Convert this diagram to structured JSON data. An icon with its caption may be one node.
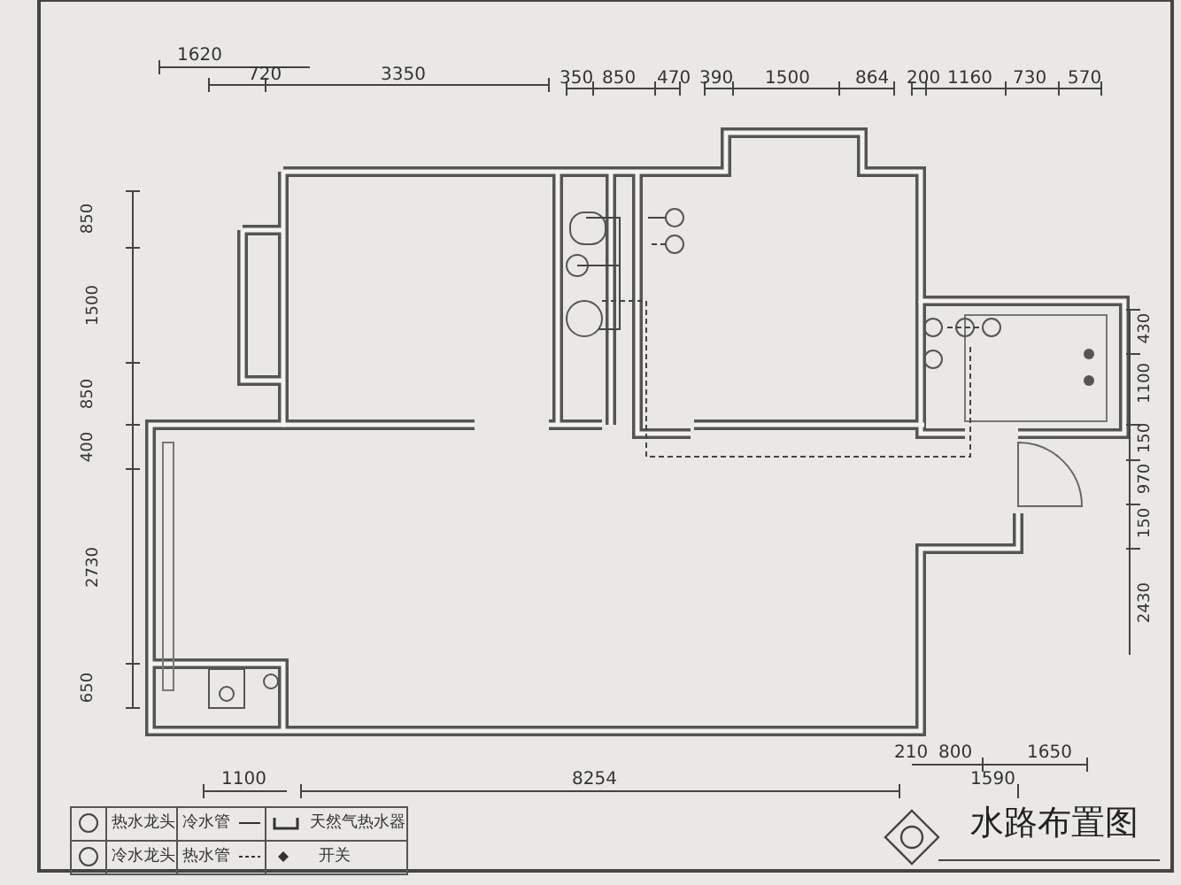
{
  "diagram": {
    "title": "水路布置图",
    "labels": [
      "1620",
      "720",
      "3350",
      "350",
      "850",
      "470",
      "390",
      "1500",
      "864",
      "200",
      "1160",
      "730",
      "570",
      "850",
      "1500",
      "850",
      "400",
      "2730",
      "650",
      "430",
      "1100",
      "150",
      "970",
      "150",
      "2430",
      "210",
      "800",
      "1650",
      "1100",
      "8254",
      "1590"
    ],
    "legend": [
      {
        "text": "热水龙头"
      },
      {
        "text": "冷水管"
      },
      {
        "text": "天然气热水器"
      },
      {
        "text": "冷水龙头"
      },
      {
        "text": "热水管"
      },
      {
        "text": "开关"
      }
    ]
  }
}
